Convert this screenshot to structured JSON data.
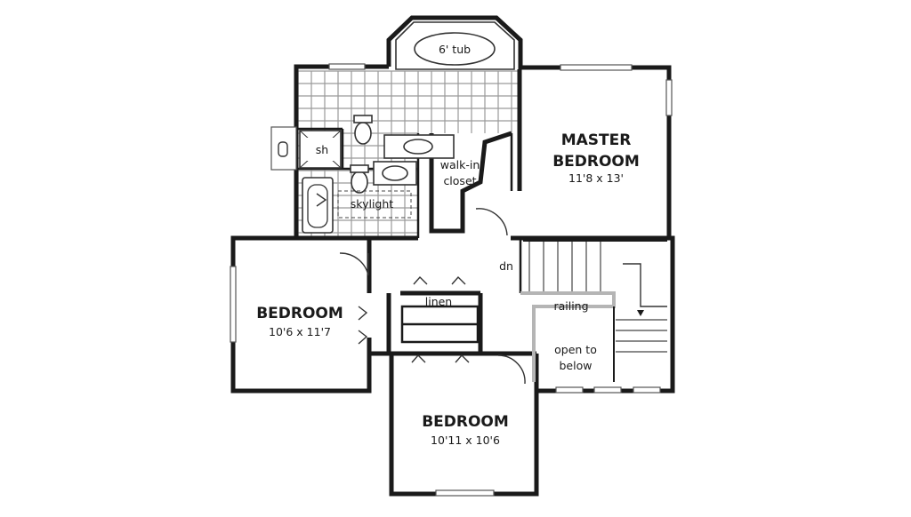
{
  "rooms": {
    "master": {
      "name_line1": "MASTER",
      "name_line2": "BEDROOM",
      "dims": "11'8 x 13'"
    },
    "bedroom_left": {
      "name": "BEDROOM",
      "dims": "10'6 x 11'7"
    },
    "bedroom_bottom": {
      "name": "BEDROOM",
      "dims": "10'11 x 10'6"
    }
  },
  "labels": {
    "tub": "6' tub",
    "shower": "sh",
    "walk_in_line1": "walk-in",
    "walk_in_line2": "closet",
    "skylight": "skylight",
    "linen": "linen",
    "down": "dn",
    "railing": "railing",
    "open_line1": "open to",
    "open_line2": "below"
  }
}
